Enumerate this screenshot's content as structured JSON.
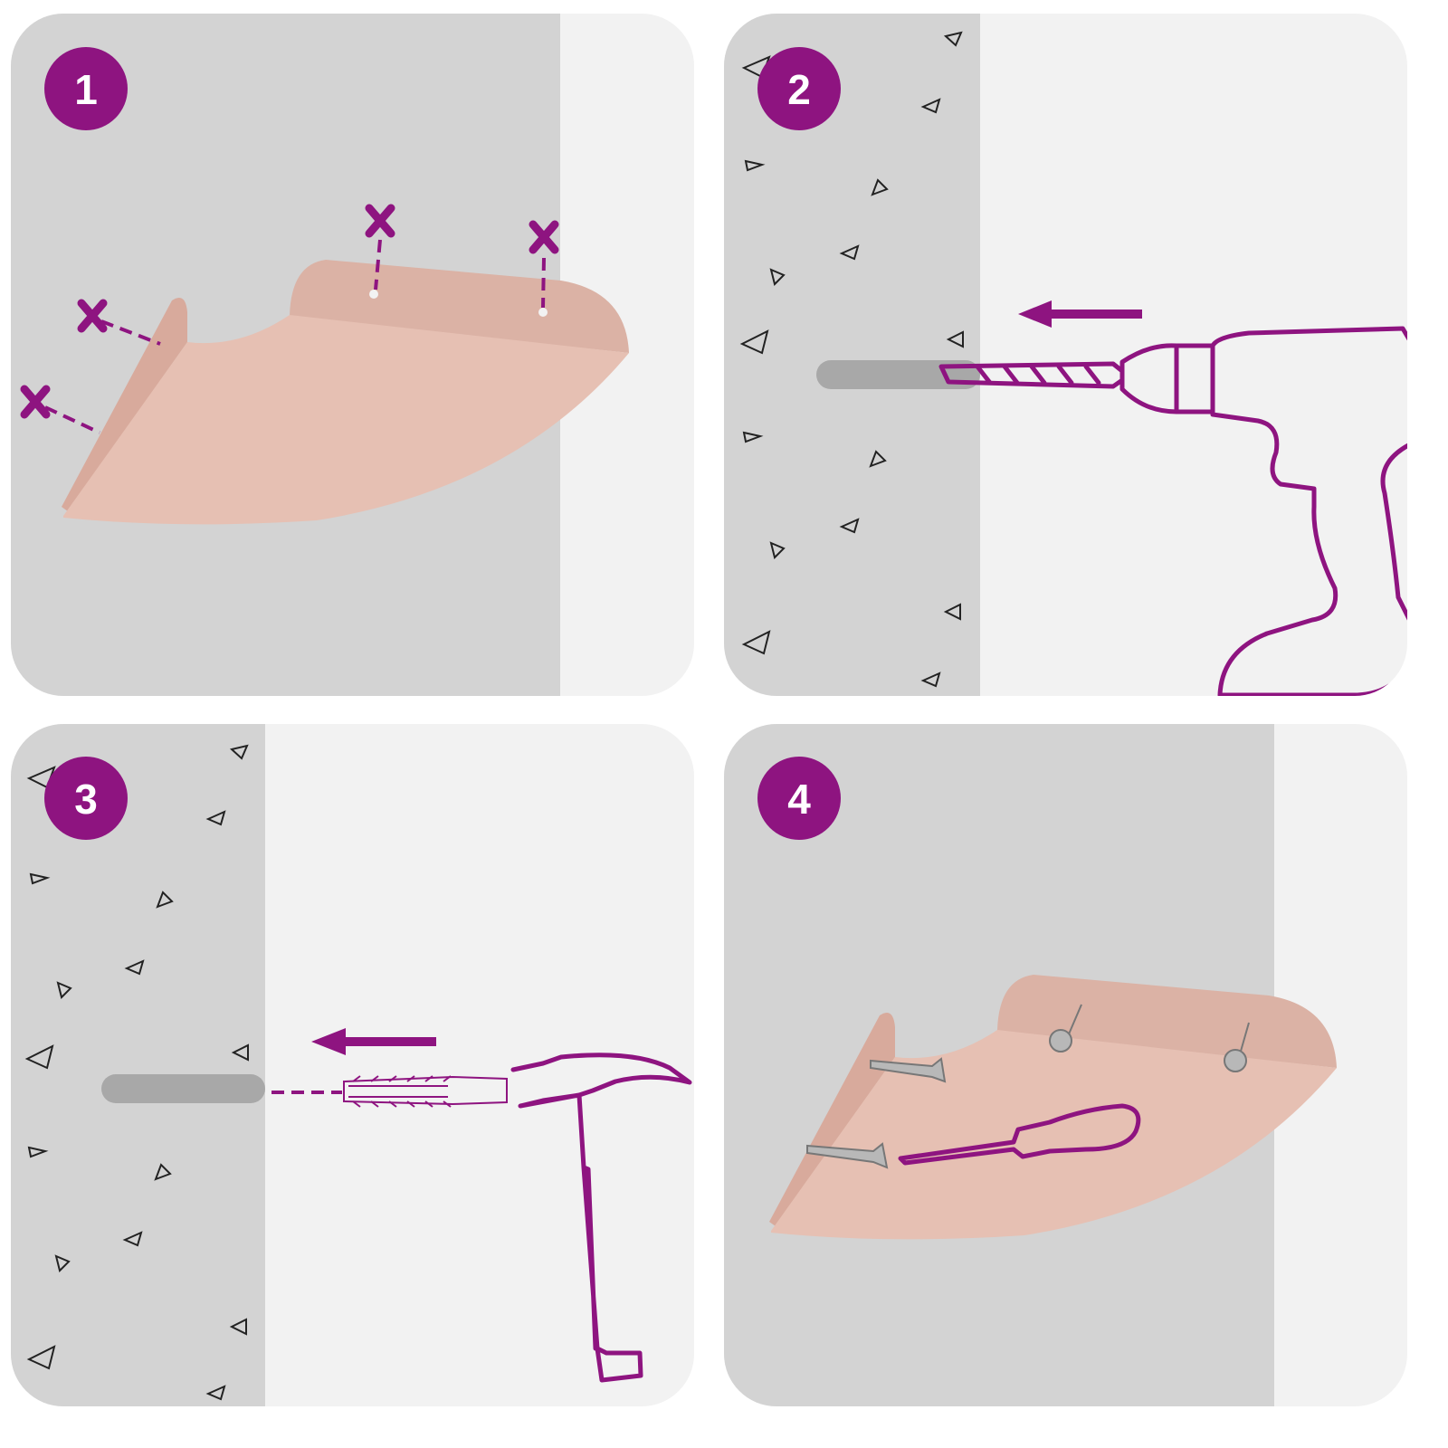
{
  "steps": [
    {
      "number": "1",
      "action": "mark"
    },
    {
      "number": "2",
      "action": "drill"
    },
    {
      "number": "3",
      "action": "insert-plug"
    },
    {
      "number": "4",
      "action": "screw"
    }
  ],
  "colors": {
    "accent": "#8e1480",
    "wall": "#d3d3d3",
    "background": "#f2f2f2",
    "shelf": "#e6c0b3",
    "hole": "#a8a8a8"
  }
}
